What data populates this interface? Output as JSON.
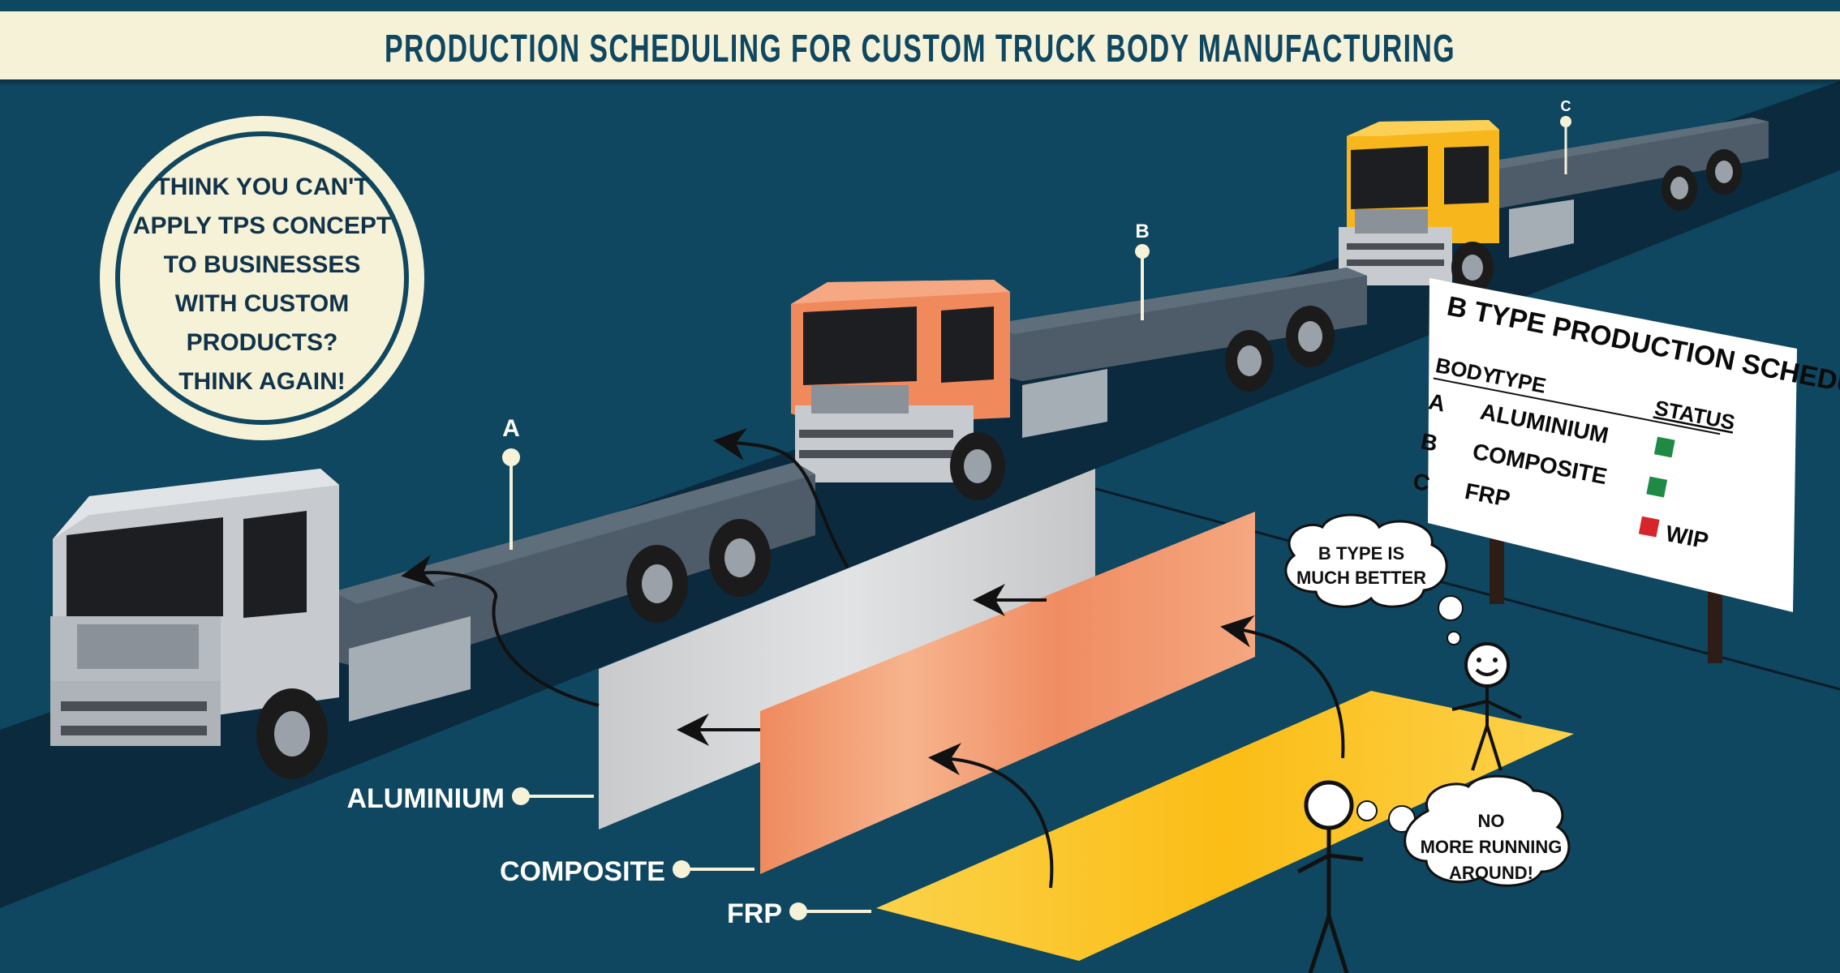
{
  "title": "PRODUCTION SCHEDULING FOR CUSTOM TRUCK BODY MANUFACTURING",
  "callout": {
    "lines": [
      "THINK YOU CAN'T",
      "APPLY TPS CONCEPT",
      "TO BUSINESSES",
      "WITH CUSTOM",
      "PRODUCTS?",
      "THINK AGAIN!"
    ]
  },
  "trucks": [
    {
      "label": "A",
      "cab_color": "#c7cbd0"
    },
    {
      "label": "B",
      "cab_color": "#f0895c"
    },
    {
      "label": "C",
      "cab_color": "#f7b61c"
    }
  ],
  "panels": [
    {
      "label": "ALUMINIUM",
      "color": "#d3d4d6"
    },
    {
      "label": "COMPOSITE",
      "color": "#f29a70"
    },
    {
      "label": "FRP",
      "color": "#fbc219"
    }
  ],
  "board": {
    "title": "B TYPE PRODUCTION SCHEDULE",
    "col_body": "BODY",
    "col_type": "TYPE",
    "col_status": "STATUS",
    "rows": [
      {
        "body": "A",
        "type": "ALUMINIUM",
        "status_color": "#1e8a43",
        "status_text": ""
      },
      {
        "body": "B",
        "type": "COMPOSITE",
        "status_color": "#1e8a43",
        "status_text": ""
      },
      {
        "body": "C",
        "type": "FRP",
        "status_color": "#d6262b",
        "status_text": "WIP"
      }
    ]
  },
  "bubbles": {
    "top": [
      "B TYPE IS",
      "MUCH BETTER"
    ],
    "bottom": [
      "NO",
      "MORE RUNNING",
      "AROUND!"
    ]
  },
  "colors": {
    "background": "#0f4660",
    "banner": "#f6f2d8",
    "road": "#0b2a3d",
    "arrow": "#111111"
  }
}
